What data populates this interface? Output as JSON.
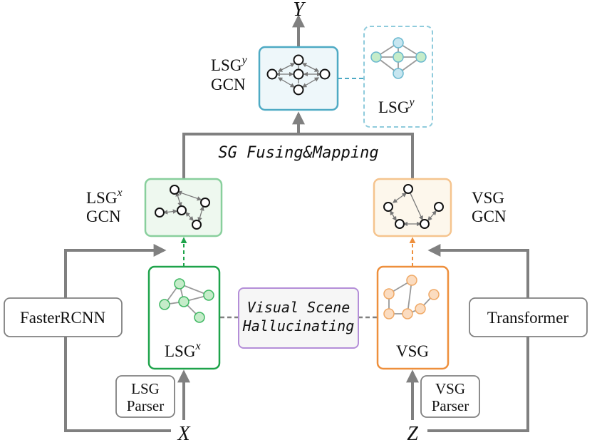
{
  "labels": {
    "y": "Y",
    "x": "X",
    "z": "Z",
    "lsg_y_gcn_main": "LSG",
    "lsg_y_gcn_sup": "y",
    "lsg_y_gcn_sub": "GCN",
    "lsg_y_main": "LSG",
    "lsg_y_sup": "y",
    "sg_fusing": "SG Fusing&Mapping",
    "lsg_x_gcn_main": "LSG",
    "lsg_x_gcn_sup": "x",
    "lsg_x_gcn_sub": "GCN",
    "vsg_gcn_main": "VSG",
    "vsg_gcn_sub": "GCN",
    "fasterrcnn": "FasterRCNN",
    "transformer": "Transformer",
    "lsg_x_main": "LSG",
    "lsg_x_sup": "x",
    "vsg": "VSG",
    "hallucinating_line1": "Visual Scene",
    "hallucinating_line2": "Hallucinating",
    "lsg_parser_line1": "LSG",
    "lsg_parser_line2": "Parser",
    "vsg_parser_line1": "VSG",
    "vsg_parser_line2": "Parser"
  },
  "colors": {
    "gray": "#808080",
    "blue": "#4eaac4",
    "blue_fill": "#eef7fa",
    "blue_node": "#c7e6f0",
    "green_light": "#88cf9c",
    "green_fill": "#eef8ef",
    "green_dark": "#1ea34a",
    "green_node": "#c5ecc9",
    "orange_light": "#f5c48e",
    "orange_fill": "#fdf7ec",
    "orange_dark": "#ee8f3c",
    "orange_node": "#fbdcc0",
    "purple": "#b48ed8",
    "purple_fill": "#f6f6f6"
  }
}
